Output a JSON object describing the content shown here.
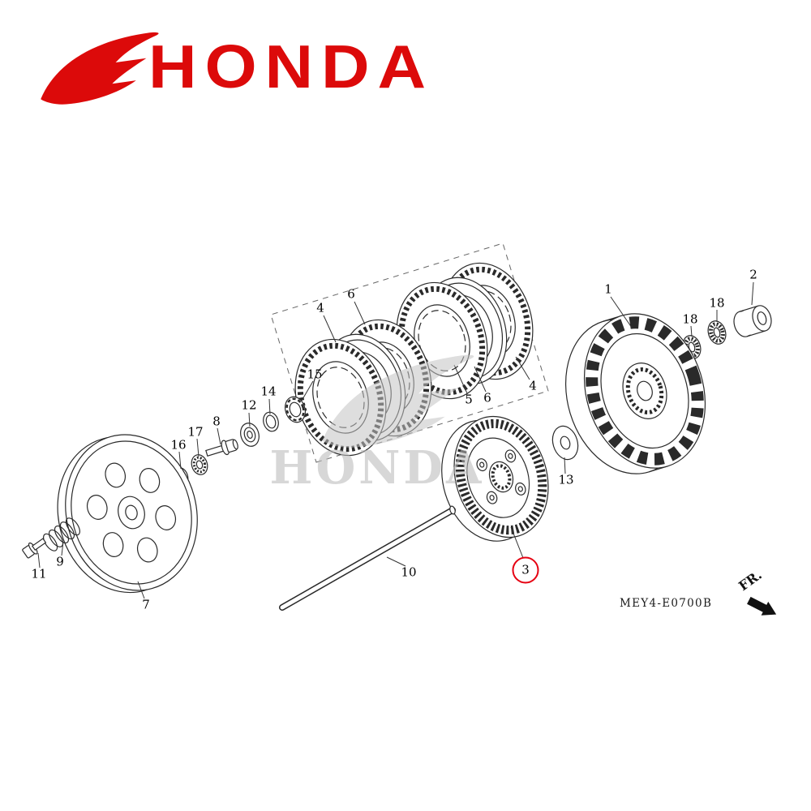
{
  "brand": {
    "name": "HONDA"
  },
  "watermark": {
    "text": "HONDA"
  },
  "diagram": {
    "code": "MEY4-E0700B",
    "direction_label": "FR.",
    "line_color": "#2a2a2a",
    "brand_color": "#dc0a0a",
    "highlight_color": "#e60012"
  },
  "callouts": [
    {
      "label": "1",
      "highlighted": false
    },
    {
      "label": "2",
      "highlighted": false
    },
    {
      "label": "3",
      "highlighted": true
    },
    {
      "label": "4",
      "highlighted": false
    },
    {
      "label": "4",
      "highlighted": false
    },
    {
      "label": "5",
      "highlighted": false
    },
    {
      "label": "6",
      "highlighted": false
    },
    {
      "label": "6",
      "highlighted": false
    },
    {
      "label": "7",
      "highlighted": false
    },
    {
      "label": "8",
      "highlighted": false
    },
    {
      "label": "9",
      "highlighted": false
    },
    {
      "label": "10",
      "highlighted": false
    },
    {
      "label": "11",
      "highlighted": false
    },
    {
      "label": "12",
      "highlighted": false
    },
    {
      "label": "13",
      "highlighted": false
    },
    {
      "label": "14",
      "highlighted": false
    },
    {
      "label": "15",
      "highlighted": false
    },
    {
      "label": "16",
      "highlighted": false
    },
    {
      "label": "17",
      "highlighted": false
    },
    {
      "label": "18",
      "highlighted": false
    },
    {
      "label": "18",
      "highlighted": false
    }
  ]
}
